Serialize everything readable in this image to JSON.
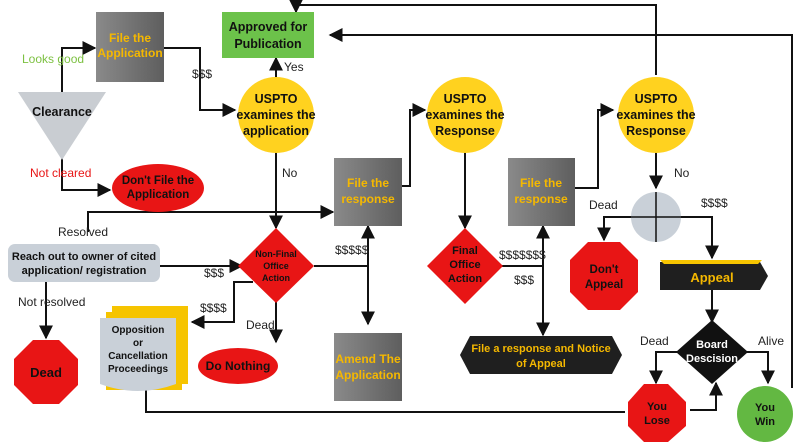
{
  "nodes": {
    "file_application": [
      "File the",
      "Application"
    ],
    "approved": [
      "Approved for",
      "Publication"
    ],
    "clearance": "Clearance",
    "dont_file": [
      "Don't File the",
      "Application"
    ],
    "uspto1": [
      "USPTO",
      "examines the",
      "application"
    ],
    "uspto2": [
      "USPTO",
      "examines the",
      "Response"
    ],
    "uspto3": [
      "USPTO",
      "examines the",
      "Response"
    ],
    "file_response1": [
      "File the",
      "response"
    ],
    "file_response2": [
      "File the",
      "response"
    ],
    "reach_out": [
      "Reach out to owner of cited",
      "application/ registration"
    ],
    "nonfinal": [
      "Non-Final",
      "Office",
      "Action"
    ],
    "final": [
      "Final",
      "Office",
      "Action"
    ],
    "dead_left": "Dead",
    "opposition": [
      "Opposition",
      "or",
      "Cancellation",
      "Proceedings"
    ],
    "do_nothing": "Do Nothing",
    "amend": [
      "Amend The",
      "Application"
    ],
    "file_notice": [
      "File a response and Notice",
      "of Appeal"
    ],
    "dont_appeal": [
      "Don't",
      "Appeal"
    ],
    "appeal": "Appeal",
    "board": [
      "Board",
      "Descision"
    ],
    "you_lose": [
      "You",
      "Lose"
    ],
    "you_win": [
      "You",
      "Win"
    ]
  },
  "edges": {
    "looks_good": "Looks good",
    "not_cleared": "Not cleared",
    "yes": "Yes",
    "no1": "No",
    "no2": "No",
    "resolved": "Resolved",
    "not_resolved": "Not resolved",
    "fee_application": "$$$",
    "fee_nonfinal_a": "$$$",
    "fee_nonfinal_b": "$$$$",
    "dead_nonfinal": "Dead",
    "fee_response1": "$$$$$",
    "fee_final_a": "$$$$$$$",
    "fee_final_b": "$$$",
    "dead_right": "Dead",
    "fee_appeal": "$$$$",
    "dead_board": "Dead",
    "alive": "Alive"
  },
  "colors": {
    "gray_box": "#707070",
    "gold_text": "#f5b800",
    "green_box": "#6cc24a",
    "yellow_circle": "#ffd21f",
    "red": "#e81515",
    "dark": "#1f1f1f",
    "light_gray": "#c9d0d8",
    "green_circle": "#63b842"
  }
}
